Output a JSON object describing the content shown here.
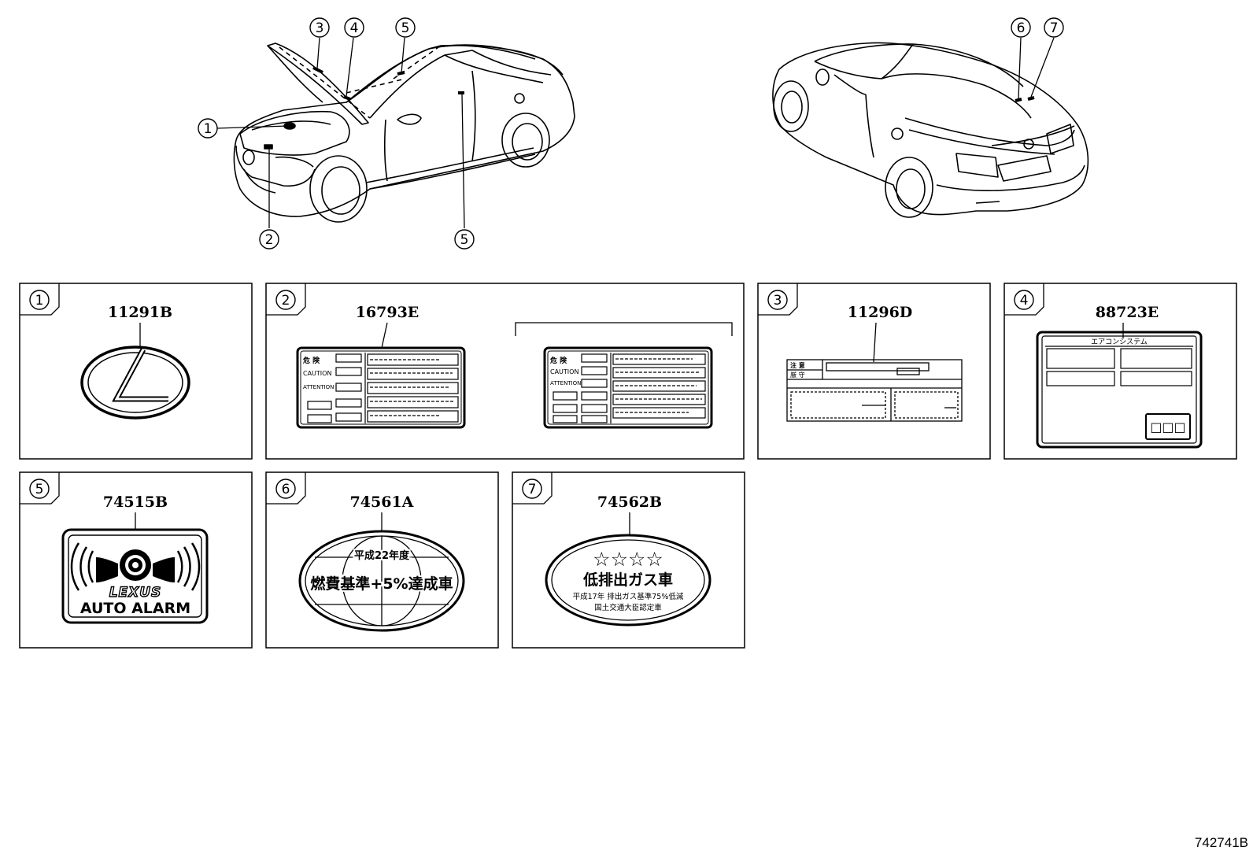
{
  "callouts": {
    "c1": "1",
    "c2": "2",
    "c3": "3",
    "c4": "4",
    "c5": "5",
    "c6": "6",
    "c7": "7"
  },
  "panels": [
    {
      "number": "1",
      "part_no": "11291B"
    },
    {
      "number": "2",
      "part_no": "16793E"
    },
    {
      "number": "3",
      "part_no": "11296D"
    },
    {
      "number": "4",
      "part_no": "88723E"
    },
    {
      "number": "5",
      "part_no": "74515B"
    },
    {
      "number": "6",
      "part_no": "74561A"
    },
    {
      "number": "7",
      "part_no": "74562B"
    }
  ],
  "labels": {
    "caution_danger": "危 険",
    "caution_en": "CAUTION",
    "attention": "ATTENTION",
    "notice_header": "注 意",
    "notice_sub": "厳 守",
    "aircon_title": "エアコンシステム",
    "aircon_box": "□□□",
    "alarm_brand": "LEXUS",
    "alarm_text": "AUTO ALARM",
    "fuel_year": "平成22年度",
    "fuel_main": "燃費基準+5%達成車",
    "emission_stars": "☆☆☆☆",
    "emission_main": "低排出ガス車",
    "emission_sub1": "平成17年 排出ガス基準75%低減",
    "emission_sub2": "国土交通大臣認定車"
  },
  "reference_code": "742741B",
  "colors": {
    "line": "#000000",
    "background": "#ffffff"
  }
}
